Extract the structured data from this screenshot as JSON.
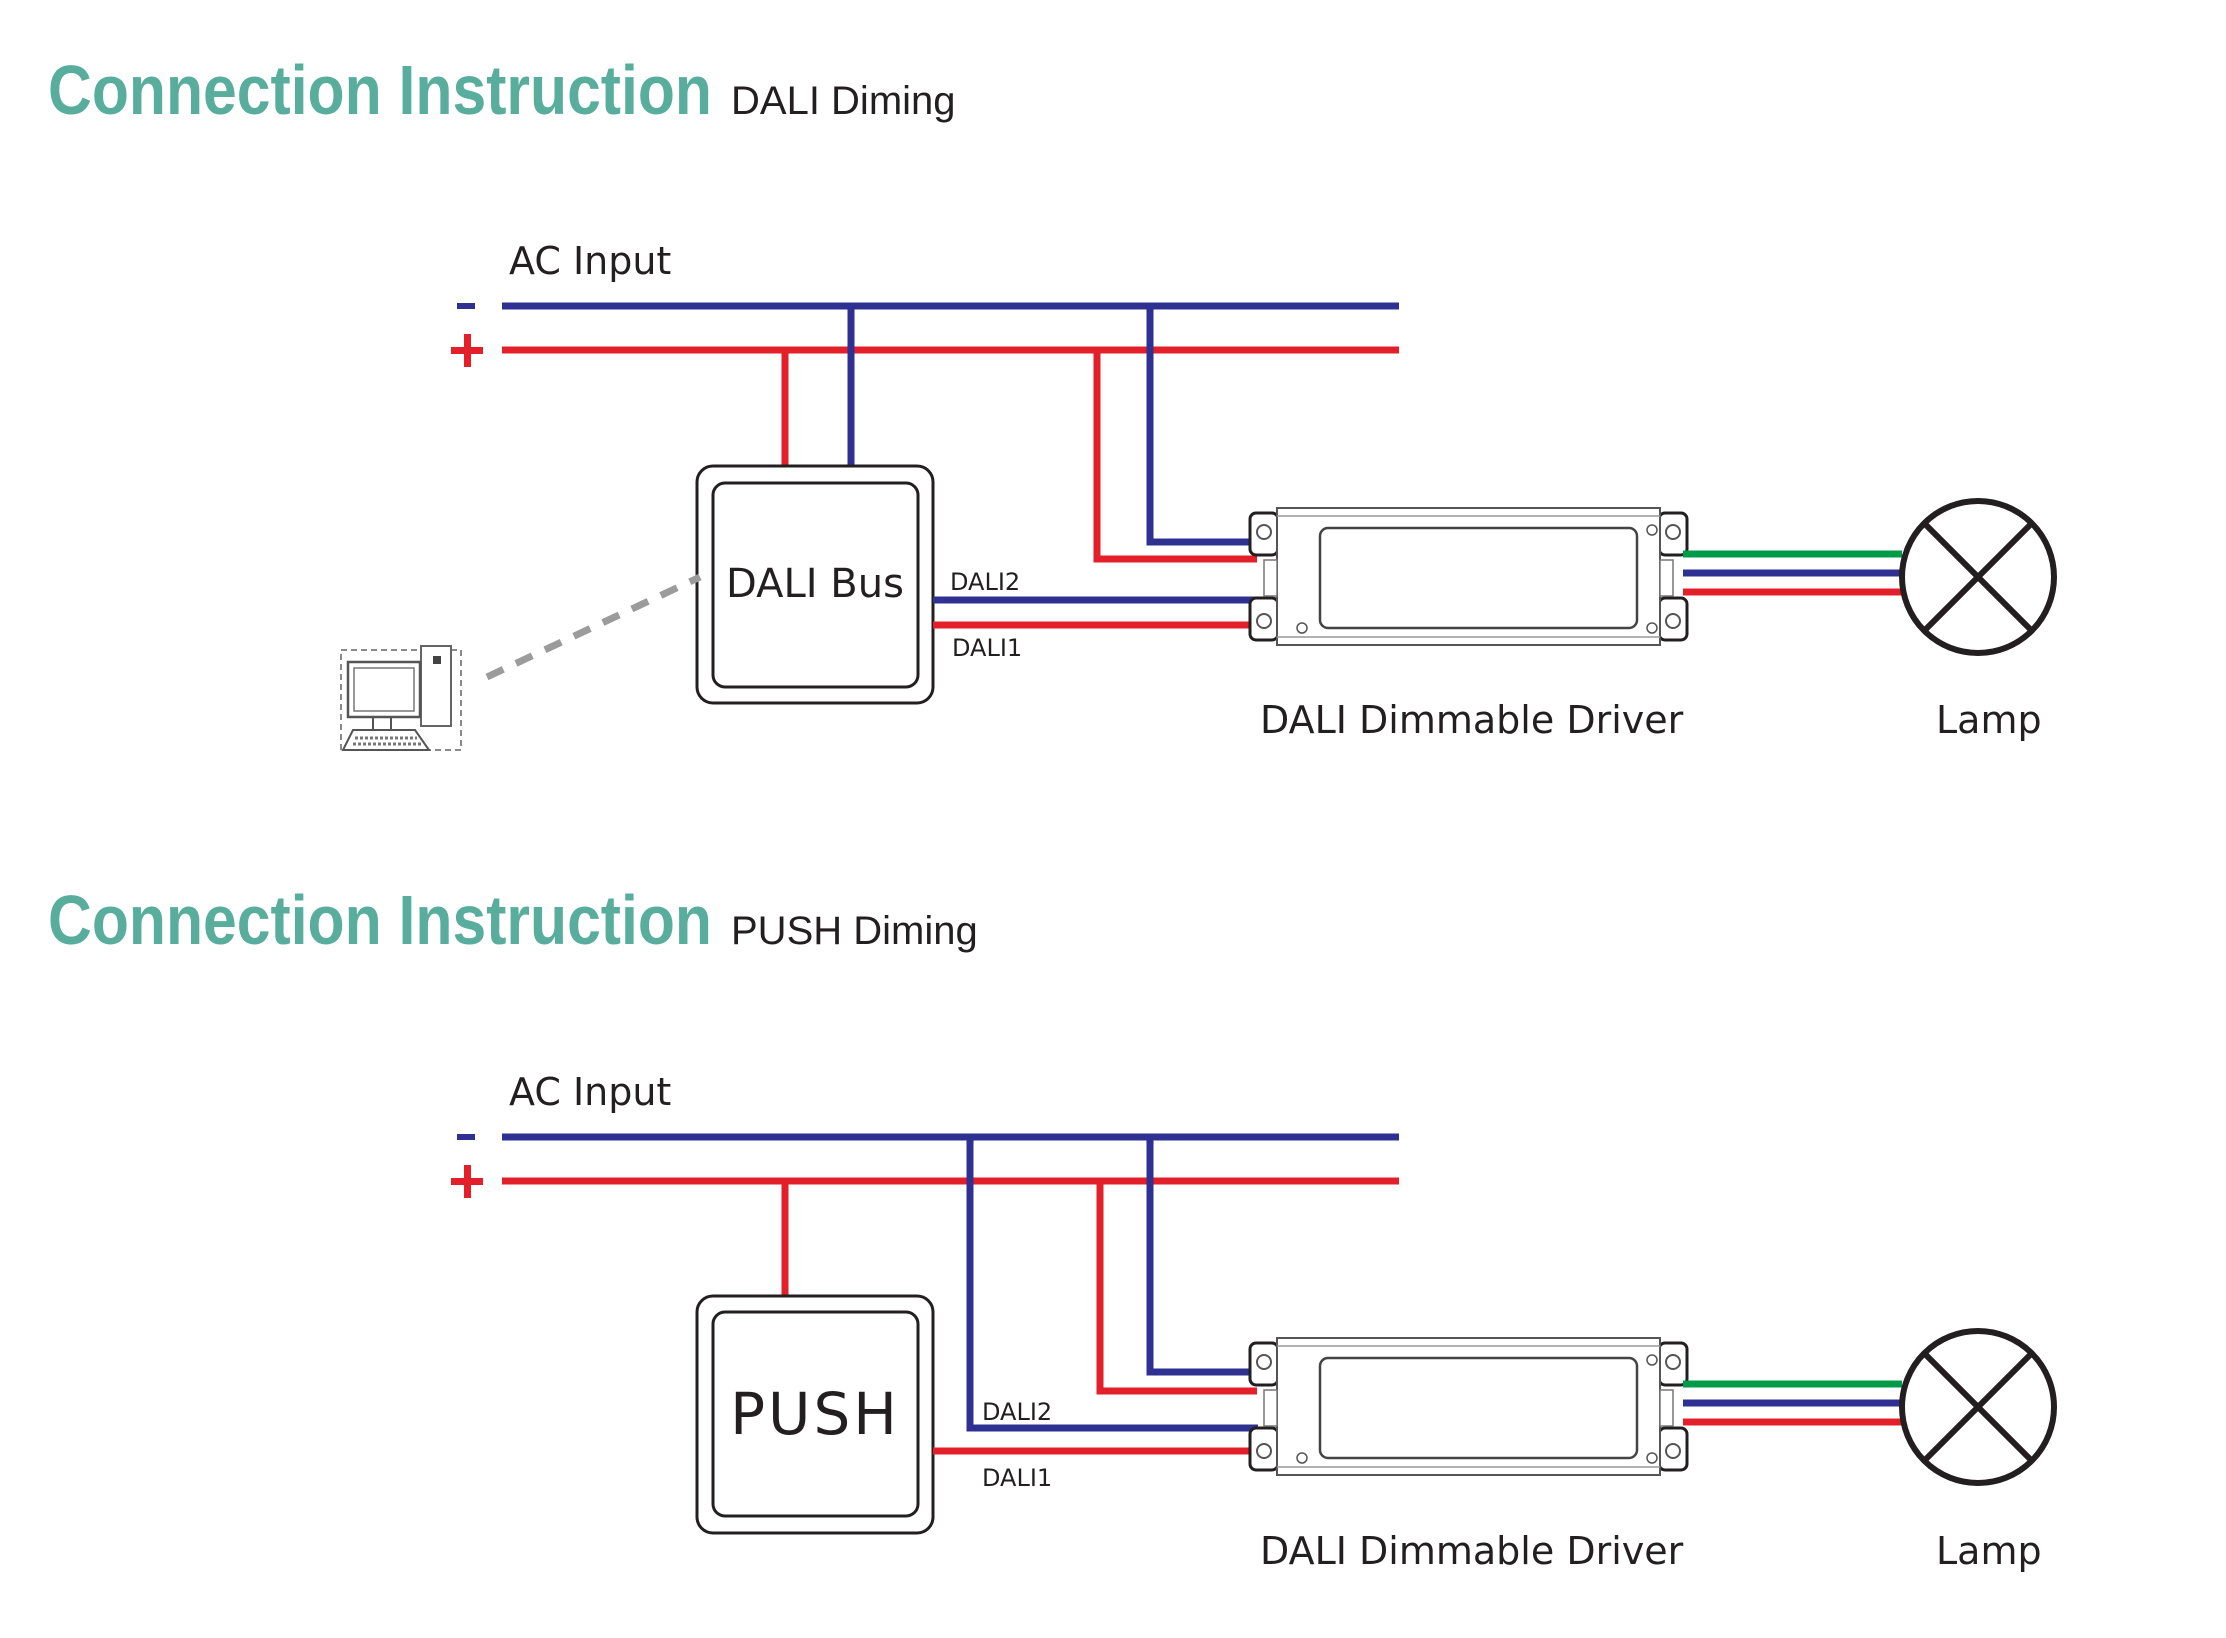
{
  "sections": [
    {
      "title": "Connection Instruction",
      "subtitle": "DALI Diming",
      "ac_input_label": "AC Input",
      "minus_symbol": "-",
      "plus_symbol": "+",
      "controller_label": "DALI Bus",
      "dali2_label": "DALI2",
      "dali1_label": "DALI1",
      "driver_label": "DALI Dimmable Driver",
      "lamp_label": "Lamp",
      "computer_icon": "computer-icon"
    },
    {
      "title": "Connection Instruction",
      "subtitle": "PUSH Diming",
      "ac_input_label": "AC Input",
      "minus_symbol": "-",
      "plus_symbol": "+",
      "controller_label": "PUSH",
      "dali2_label": "DALI2",
      "dali1_label": "DALI1",
      "driver_label": "DALI Dimmable Driver",
      "lamp_label": "Lamp"
    }
  ],
  "colors": {
    "title": "#58ad9d",
    "negative_wire": "#2e3192",
    "positive_wire": "#e3202a",
    "ground_wire": "#009b48",
    "dotted_link": "#9b9b9b"
  }
}
